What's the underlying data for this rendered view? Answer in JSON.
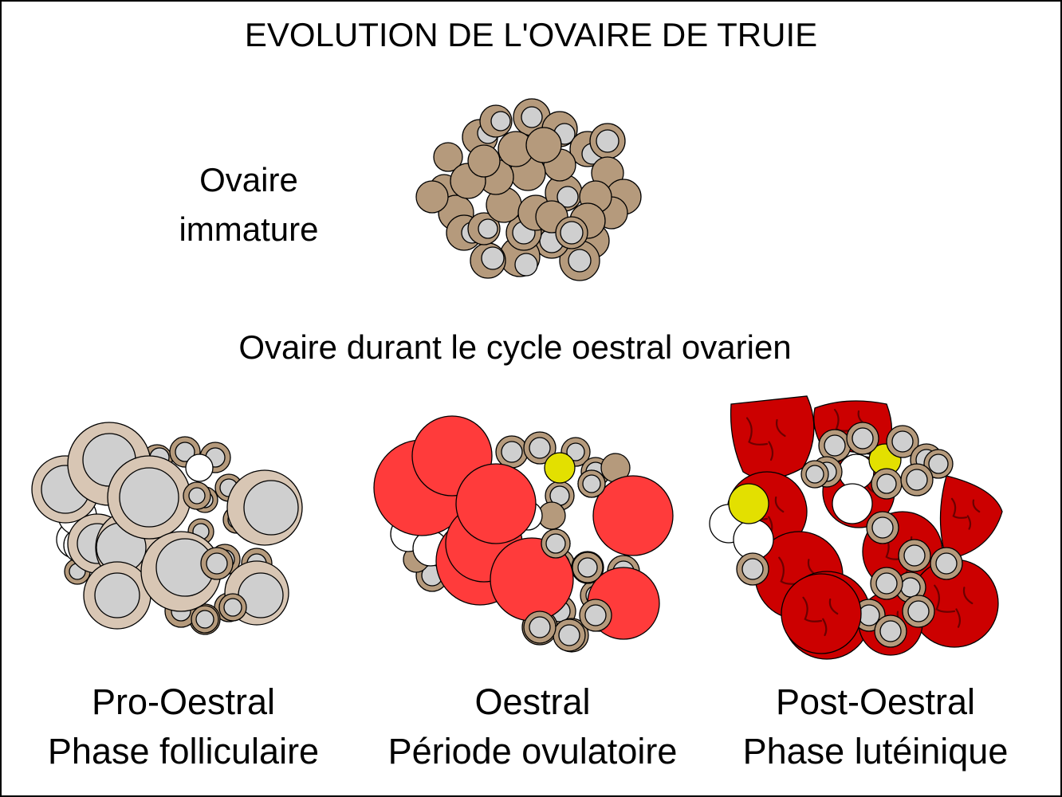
{
  "title": "EVOLUTION DE L'OVAIRE DE TRUIE",
  "immature": {
    "line1": "Ovaire",
    "line2": "immature"
  },
  "cycle_heading": "Ovaire durant le cycle oestral ovarien",
  "stages": [
    {
      "name": "Pro-Oestral",
      "phase": "Phase folliculaire"
    },
    {
      "name": "Oestral",
      "phase": "Période ovulatoire"
    },
    {
      "name": "Post-Oestral",
      "phase": "Phase lutéinique"
    }
  ],
  "colors": {
    "follicle_brown": "#b59a7c",
    "follicle_beige": "#d8c6b4",
    "antrum_grey": "#cfcfcf",
    "ovulation_red": "#ff3b3b",
    "corpus_luteum_red": "#cc0000",
    "corpus_vein": "#6b0000",
    "corpus_albicans_yellow": "#e3e000",
    "white_body": "#ffffff"
  }
}
